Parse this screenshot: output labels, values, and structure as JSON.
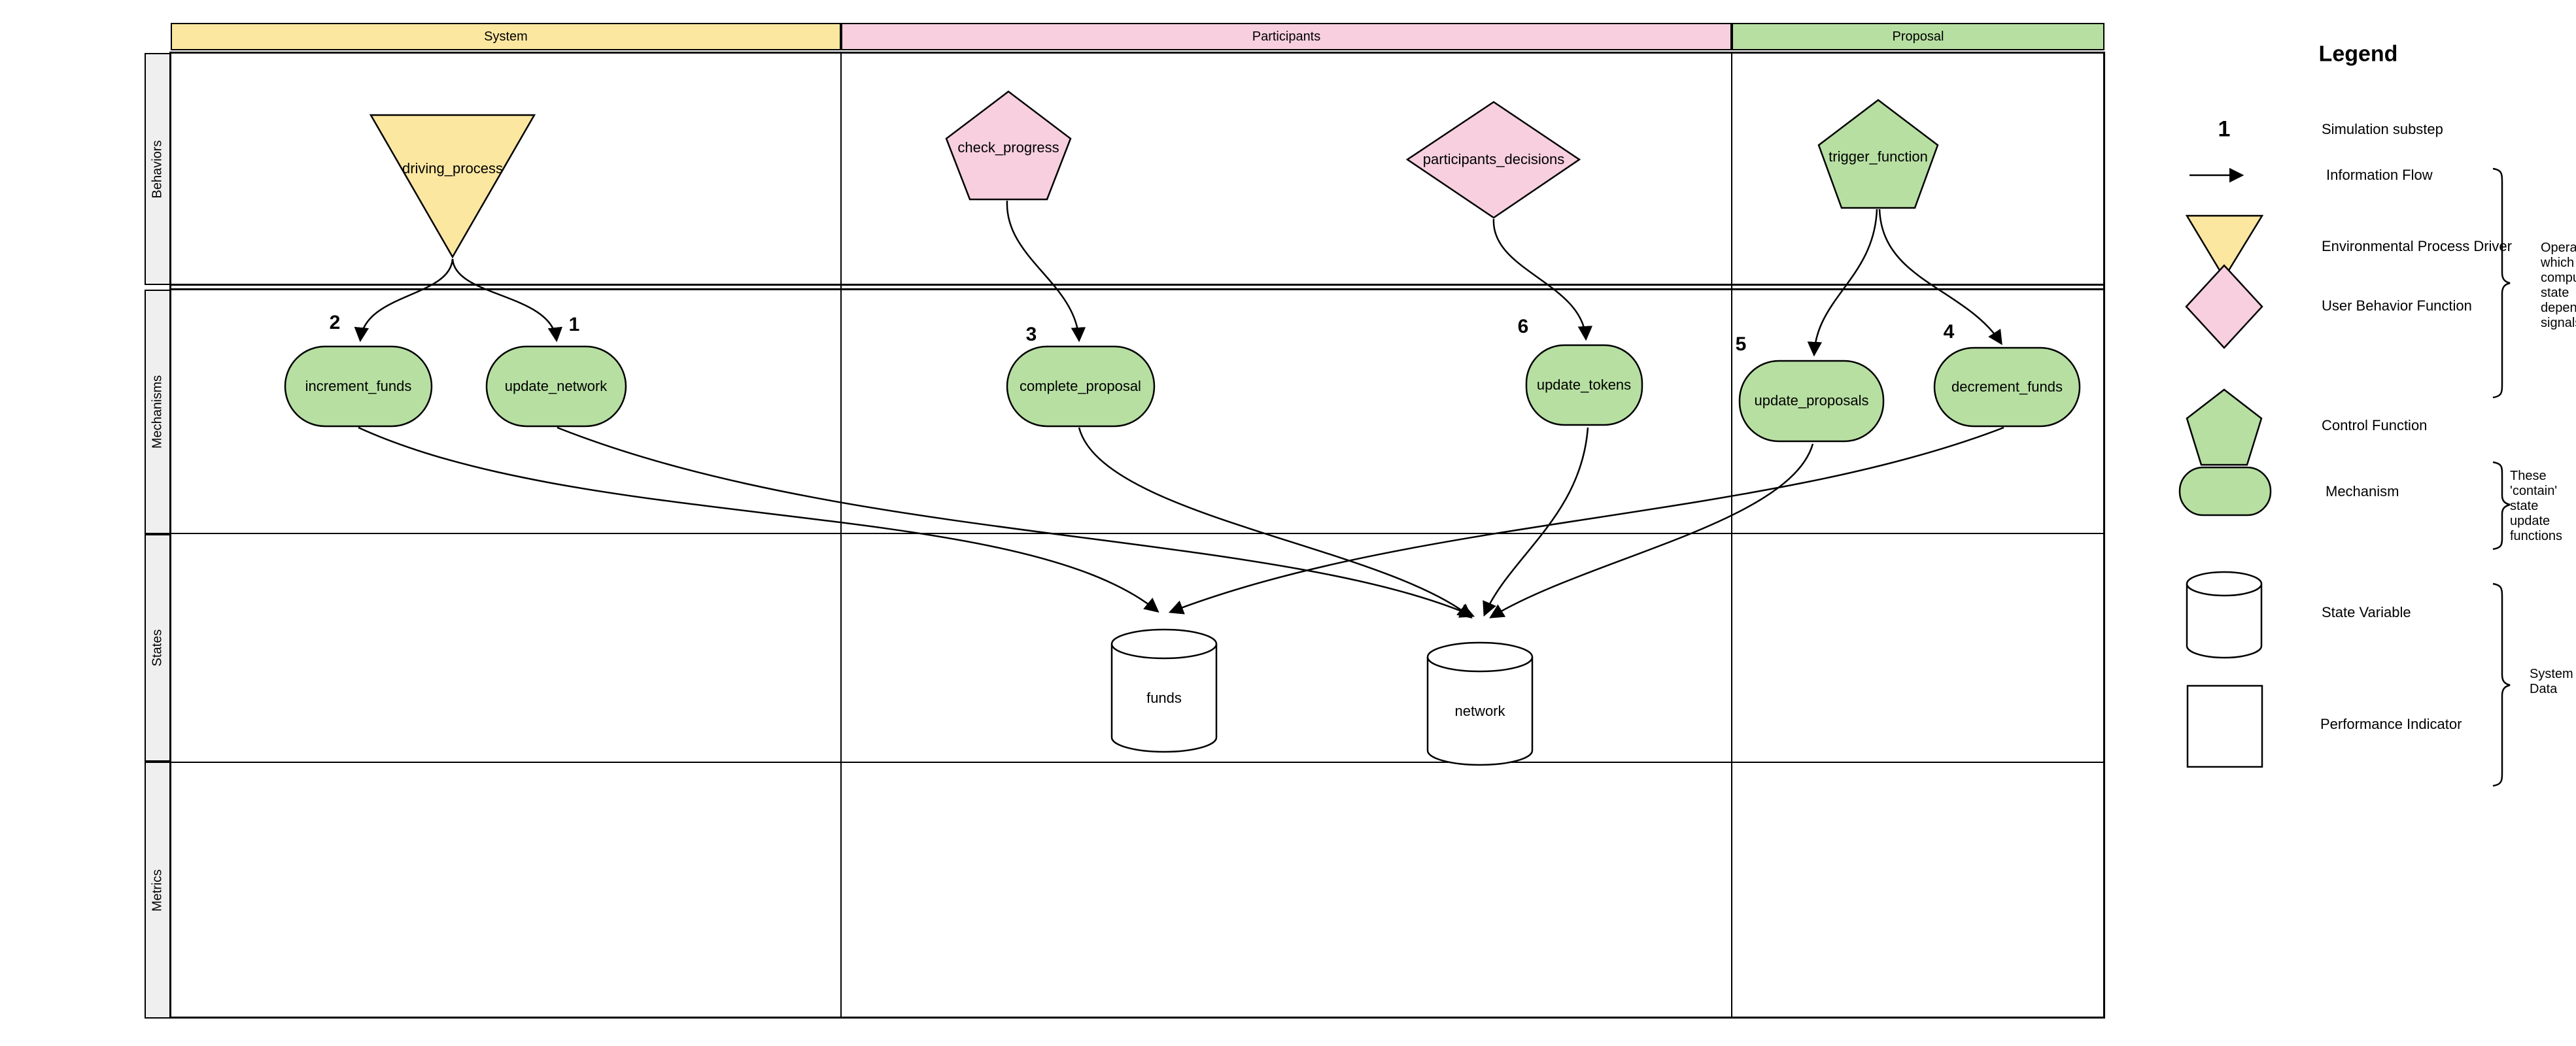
{
  "colors": {
    "yellow": "#FCE7A1",
    "pink": "#F7CFDE",
    "green": "#B7DFA2",
    "row_label_bg": "#EFEFEF",
    "stroke": "#000000"
  },
  "header": {
    "columns": [
      "System",
      "Participants",
      "Proposal"
    ]
  },
  "row_labels": [
    "Behaviors",
    "Mechanisms",
    "States",
    "Metrics"
  ],
  "behaviors": {
    "driving_process": {
      "label": "driving_process",
      "shape": "triangle-down",
      "column": "System"
    },
    "check_progress": {
      "label": "check_progress",
      "shape": "pentagon",
      "column": "Participants"
    },
    "participants_decisions": {
      "label": "participants_decisions",
      "shape": "diamond",
      "column": "Participants"
    },
    "trigger_function": {
      "label": "trigger_function",
      "shape": "pentagon",
      "column": "Proposal"
    }
  },
  "mechanisms": {
    "increment_funds": {
      "label": "increment_funds",
      "substep": "2"
    },
    "update_network": {
      "label": "update_network",
      "substep": "1"
    },
    "complete_proposal": {
      "label": "complete_proposal",
      "substep": "3"
    },
    "update_tokens": {
      "label": "update_tokens",
      "substep": "6"
    },
    "update_proposals": {
      "label": "update_proposals",
      "substep": "5"
    },
    "decrement_funds": {
      "label": "decrement_funds",
      "substep": "4"
    }
  },
  "states": {
    "funds": {
      "label": "funds",
      "shape": "cylinder"
    },
    "network": {
      "label": "network",
      "shape": "cylinder"
    }
  },
  "edges": [
    {
      "from": "driving_process",
      "to": "increment_funds"
    },
    {
      "from": "driving_process",
      "to": "update_network"
    },
    {
      "from": "check_progress",
      "to": "complete_proposal"
    },
    {
      "from": "participants_decisions",
      "to": "update_tokens"
    },
    {
      "from": "trigger_function",
      "to": "update_proposals"
    },
    {
      "from": "trigger_function",
      "to": "decrement_funds"
    },
    {
      "from": "increment_funds",
      "to": "funds"
    },
    {
      "from": "decrement_funds",
      "to": "funds"
    },
    {
      "from": "update_network",
      "to": "network"
    },
    {
      "from": "complete_proposal",
      "to": "network"
    },
    {
      "from": "update_tokens",
      "to": "network"
    },
    {
      "from": "update_proposals",
      "to": "network"
    }
  ],
  "legend": {
    "title": "Legend",
    "substep_symbol": "1",
    "items": [
      {
        "icon": "substep-number",
        "label": "Simulation substep"
      },
      {
        "icon": "arrow",
        "label": "Information Flow"
      },
      {
        "icon": "triangle-down",
        "label": "Environmental Process Driver"
      },
      {
        "icon": "diamond",
        "label": "User Behavior Function"
      },
      {
        "icon": "pentagon",
        "label": "Control Function"
      },
      {
        "icon": "stadium",
        "label": "Mechanism"
      },
      {
        "icon": "cylinder",
        "label": "State Variable"
      },
      {
        "icon": "square",
        "label": "Performance Indicator"
      }
    ],
    "annotations": [
      {
        "text": "Operators\nwhich\ncompute\nstate\ndependent\nsignals"
      },
      {
        "text": "These\n'contain'\nstate\nupdate\nfunctions"
      },
      {
        "text": "System\nData"
      }
    ]
  }
}
